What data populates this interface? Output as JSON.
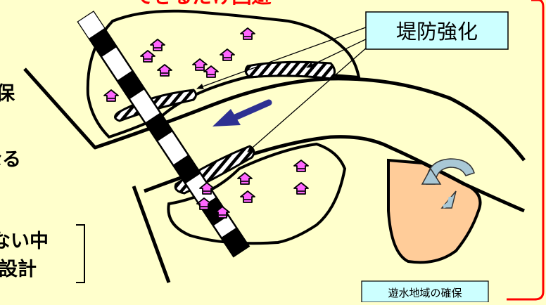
{
  "header_fragment": "できるだけ回避",
  "side_text": {
    "line1": "保",
    "line2": "なる",
    "line3": "ない中",
    "line4": "設計"
  },
  "labels": {
    "levee_strengthening": "堤防強化",
    "retarding_basin": "遊水地域の確保"
  },
  "colors": {
    "background": "#ffffcc",
    "frame": "#ff0000",
    "header_text": "#ff0000",
    "label_box_fill": "#ccffff",
    "retarding_basin_fill": "#ffcc99",
    "flow_arrow": "#2e3192",
    "house_icon": "#ff66ff",
    "swirl_arrow": "#a9c8d6"
  }
}
